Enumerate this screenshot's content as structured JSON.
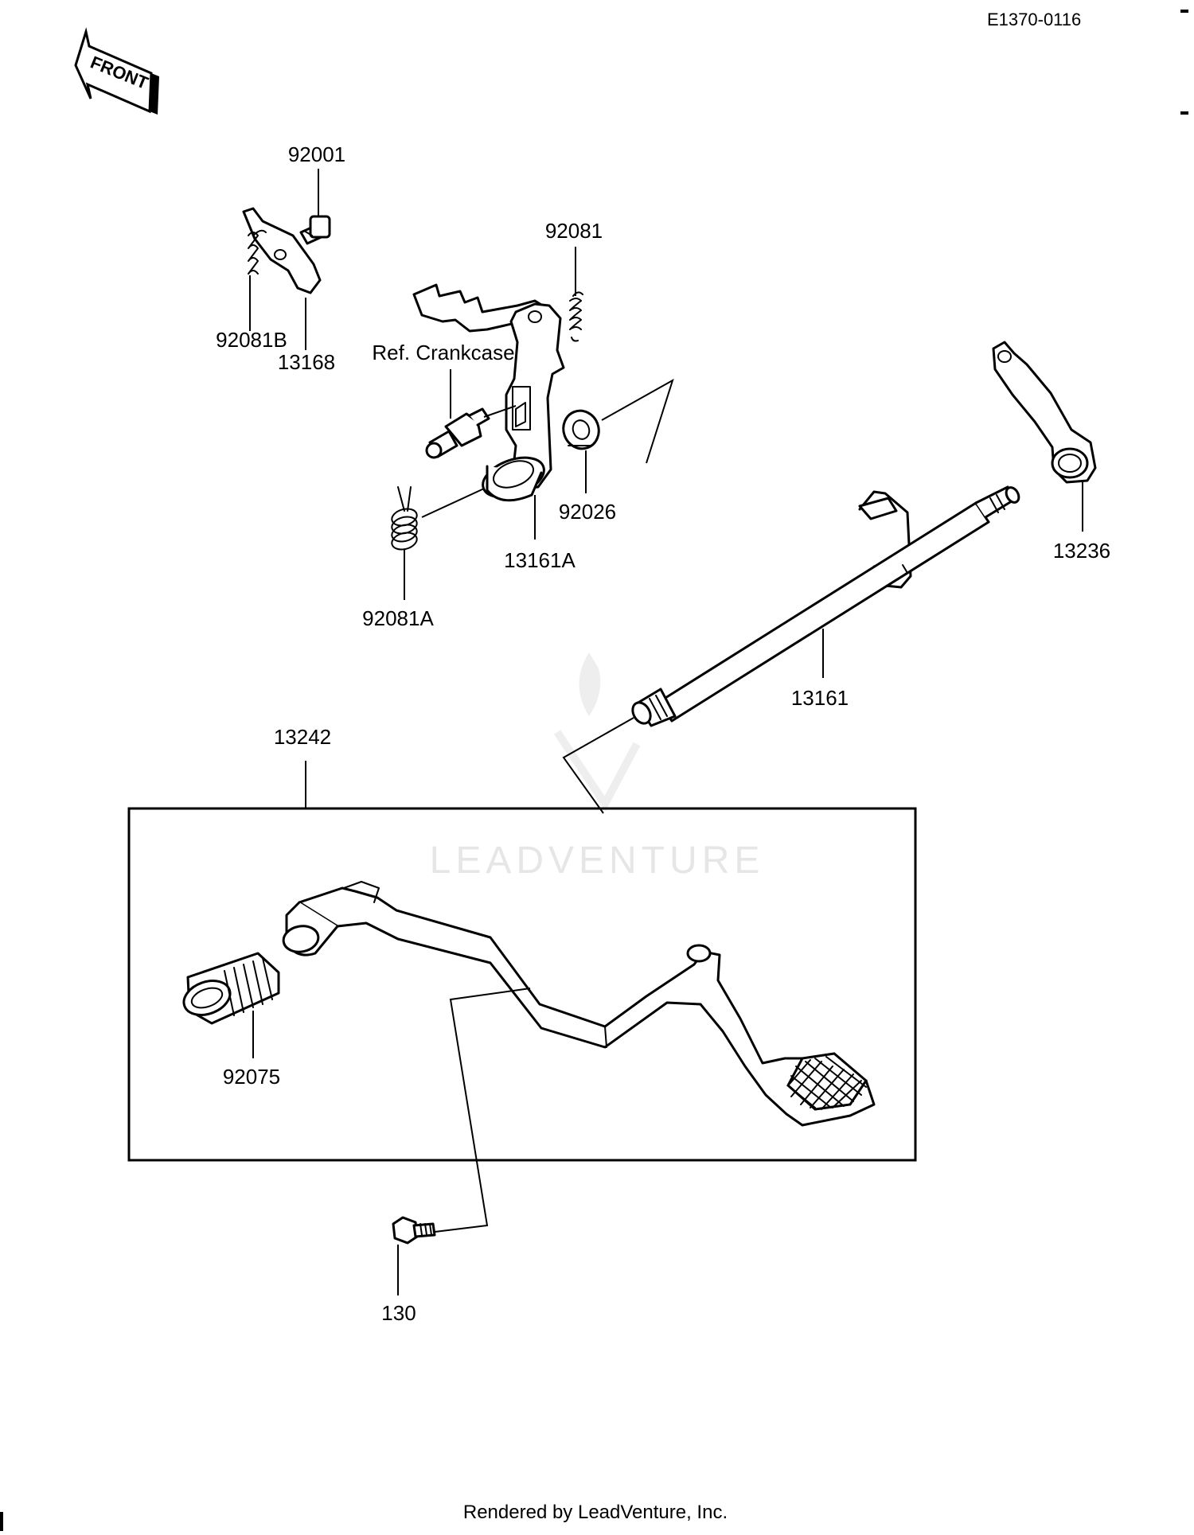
{
  "diagram_code": "E1370-0116",
  "front_arrow_label": "FRONT",
  "watermark": "LEADVENTURE",
  "footer": "Rendered by LeadVenture, Inc.",
  "callouts": {
    "p92001": "92001",
    "p92081": "92081",
    "p92081B": "92081B",
    "p13168": "13168",
    "ref_crankcase": "Ref. Crankcase",
    "p92026": "92026",
    "p13161A": "13161A",
    "p92081A": "92081A",
    "p13236": "13236",
    "p13161": "13161",
    "p13242": "13242",
    "p92075": "92075",
    "p130": "130"
  }
}
